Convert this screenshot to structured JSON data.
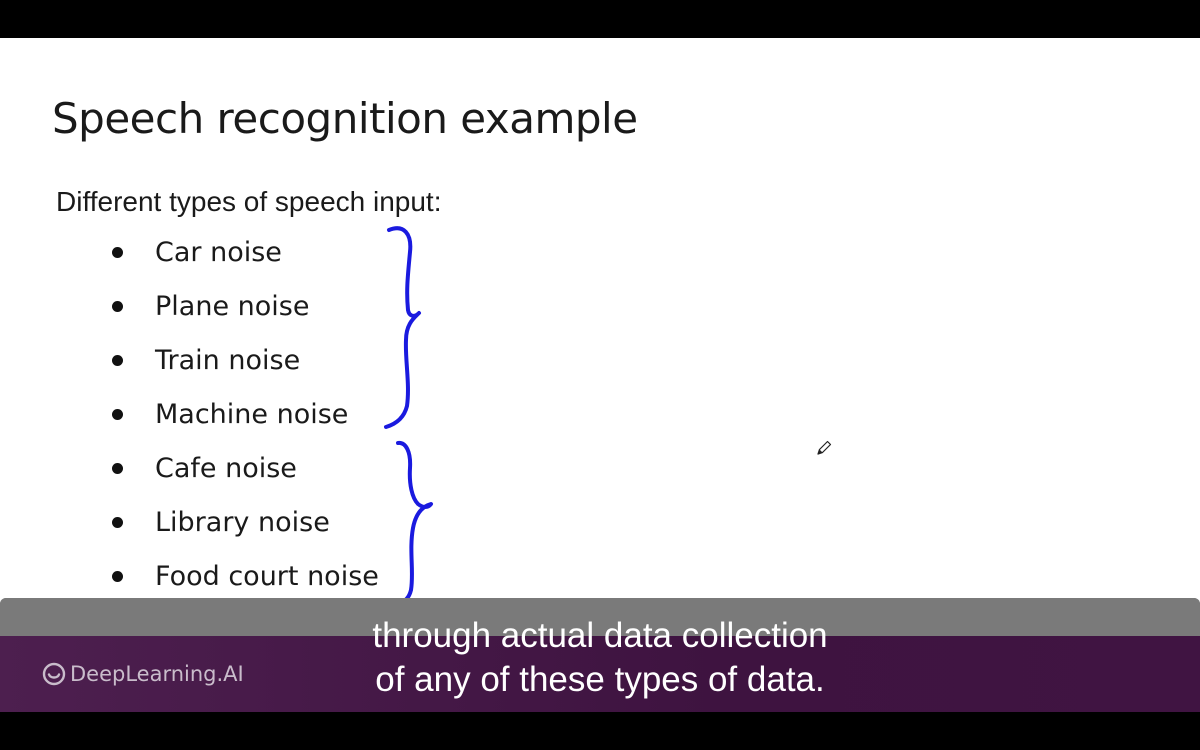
{
  "slide": {
    "title": "Speech recognition example",
    "subtitle": "Different types of speech input:",
    "bullets": [
      {
        "label": "Car noise"
      },
      {
        "label": "Plane noise"
      },
      {
        "label": "Train noise"
      },
      {
        "label": "Machine noise"
      },
      {
        "label": "Cafe noise"
      },
      {
        "label": "Library noise"
      },
      {
        "label": "Food court noise"
      }
    ],
    "annotation_color": "#1a1adf"
  },
  "caption": {
    "line1": "through actual data collection",
    "line2": "of any of these types of data."
  },
  "brand": {
    "name": "DeepLearning.AI"
  },
  "icons": {
    "cursor": "pen-cursor-icon",
    "logo": "deeplearning-logo-icon"
  }
}
